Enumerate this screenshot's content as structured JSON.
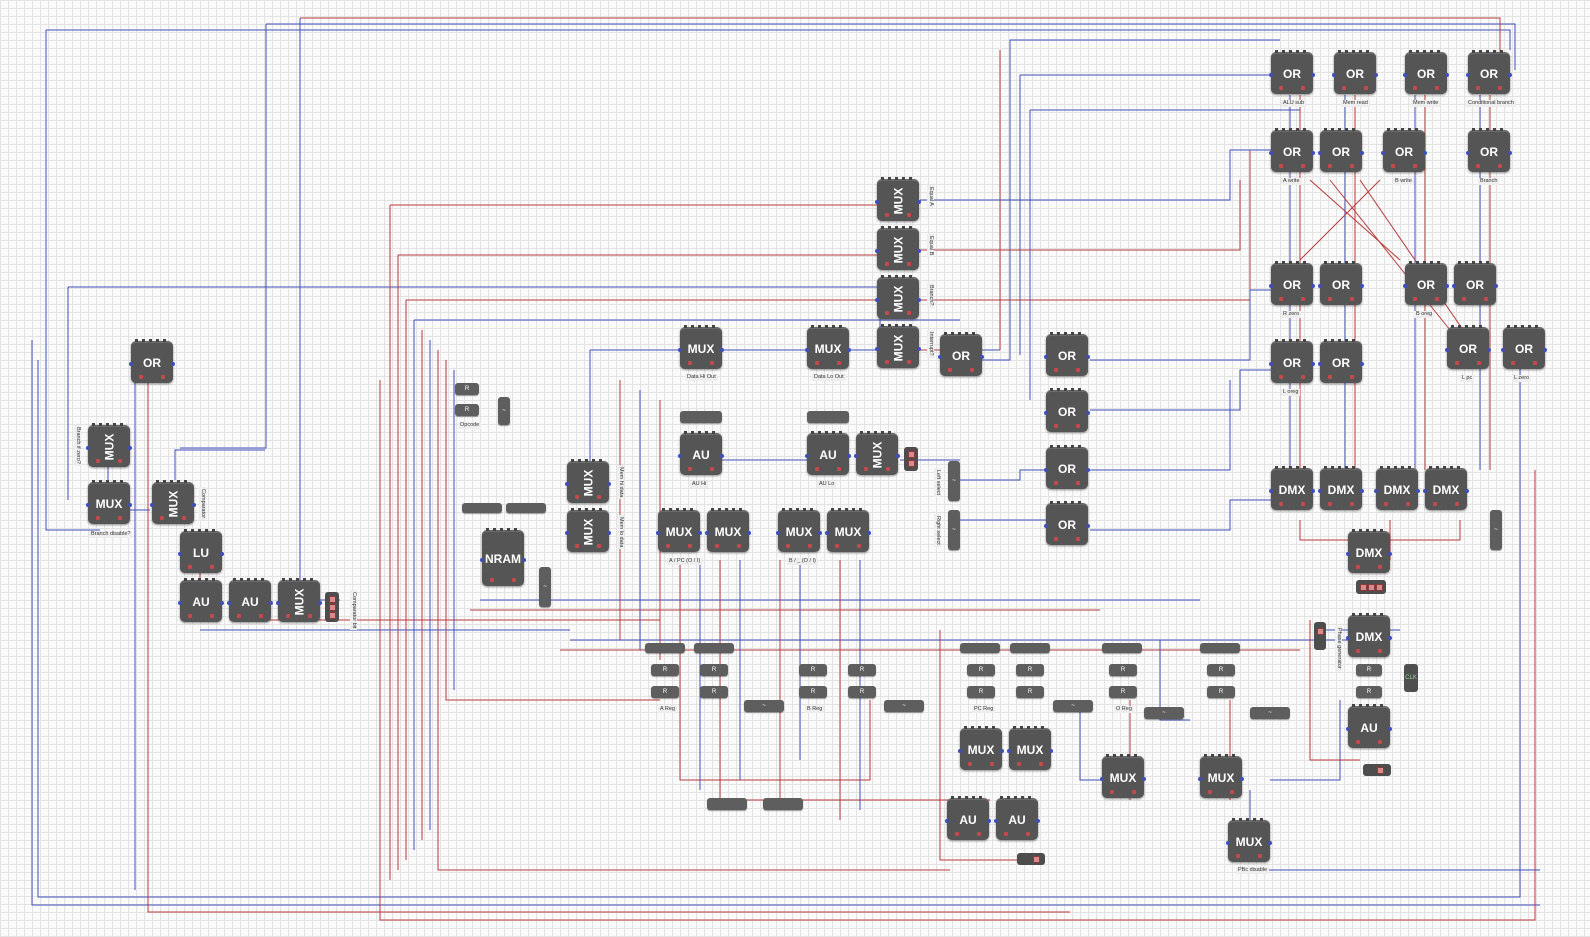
{
  "chips": [
    {
      "type": "OR",
      "label": ""
    },
    {
      "type": "MUX",
      "label": ""
    },
    {
      "type": "MUX",
      "label": ""
    },
    {
      "type": "MUX",
      "label": ""
    },
    {
      "type": "LU",
      "label": ""
    },
    {
      "type": "AU",
      "label": ""
    },
    {
      "type": "AU",
      "label": ""
    },
    {
      "type": "MUX",
      "label": ""
    },
    {
      "type": "NRAM",
      "label": ""
    },
    {
      "type": "MUX",
      "label": ""
    },
    {
      "type": "MUX",
      "label": ""
    },
    {
      "type": "MUX",
      "label": "Data Hi Out"
    },
    {
      "type": "MUX",
      "label": "Data Lo Out"
    },
    {
      "type": "AU",
      "label": "AU Hi"
    },
    {
      "type": "AU",
      "label": "AU Lo"
    },
    {
      "type": "MUX",
      "label": ""
    },
    {
      "type": "MUX",
      "label": ""
    },
    {
      "type": "MUX",
      "label": ""
    },
    {
      "type": "MUX",
      "label": ""
    },
    {
      "type": "MUX",
      "label": ""
    },
    {
      "type": "MUX",
      "label": ""
    },
    {
      "type": "MUX",
      "label": ""
    },
    {
      "type": "MUX",
      "label": ""
    },
    {
      "type": "MUX",
      "label": ""
    },
    {
      "type": "OR",
      "label": ""
    },
    {
      "type": "OR",
      "label": ""
    },
    {
      "type": "OR",
      "label": ""
    },
    {
      "type": "OR",
      "label": ""
    },
    {
      "type": "OR",
      "label": ""
    },
    {
      "type": "OR",
      "label": "ALU sub"
    },
    {
      "type": "OR",
      "label": "Mem read"
    },
    {
      "type": "OR",
      "label": "Mem write"
    },
    {
      "type": "OR",
      "label": "Conditional branch"
    },
    {
      "type": "OR",
      "label": "A write"
    },
    {
      "type": "OR",
      "label": ""
    },
    {
      "type": "OR",
      "label": "B write"
    },
    {
      "type": "OR",
      "label": "Branch"
    },
    {
      "type": "OR",
      "label": "R zero"
    },
    {
      "type": "OR",
      "label": ""
    },
    {
      "type": "OR",
      "label": "B oreg"
    },
    {
      "type": "OR",
      "label": ""
    },
    {
      "type": "OR",
      "label": "L oreg"
    },
    {
      "type": "OR",
      "label": ""
    },
    {
      "type": "OR",
      "label": "L pc"
    },
    {
      "type": "OR",
      "label": "L zero"
    },
    {
      "type": "DMX",
      "label": ""
    },
    {
      "type": "DMX",
      "label": ""
    },
    {
      "type": "DMX",
      "label": ""
    },
    {
      "type": "DMX",
      "label": ""
    },
    {
      "type": "DMX",
      "label": ""
    },
    {
      "type": "DMX",
      "label": ""
    },
    {
      "type": "AU",
      "label": ""
    },
    {
      "type": "MUX",
      "label": ""
    },
    {
      "type": "MUX",
      "label": ""
    },
    {
      "type": "AU",
      "label": ""
    },
    {
      "type": "AU",
      "label": ""
    },
    {
      "type": "MUX",
      "label": ""
    },
    {
      "type": "MUX",
      "label": ""
    },
    {
      "type": "MUX",
      "label": "PBc disable"
    }
  ],
  "labels": {
    "opcode": "Opcode",
    "a_reg": "A Reg",
    "b_reg": "B Reg",
    "pc_reg": "PC Reg",
    "o_reg": "O Reg",
    "a_pc": "A / PC  (O / I)",
    "b_io": "B / _  (O / I)",
    "branch_disable": "Branch disable?",
    "branch_if_zero": "Branch if zero?",
    "comparator": "Comparator",
    "comparator_bit": "Comparator bit",
    "mem_hi": "Mem hi data",
    "mem_lo": "Mem lo data",
    "equal_a": "Equal A",
    "equal_b": "Equal B",
    "branch_q": "Branch?",
    "interrupt": "Interrupt?",
    "left_select": "Left select",
    "right_select": "Right select",
    "phase_generator": "Phase generator",
    "clk": "CLK"
  },
  "colors": {
    "wire_blue": "#3f4fb8",
    "wire_red": "#b53a3a",
    "chip": "#555555",
    "grid": "#e3e3e3"
  }
}
